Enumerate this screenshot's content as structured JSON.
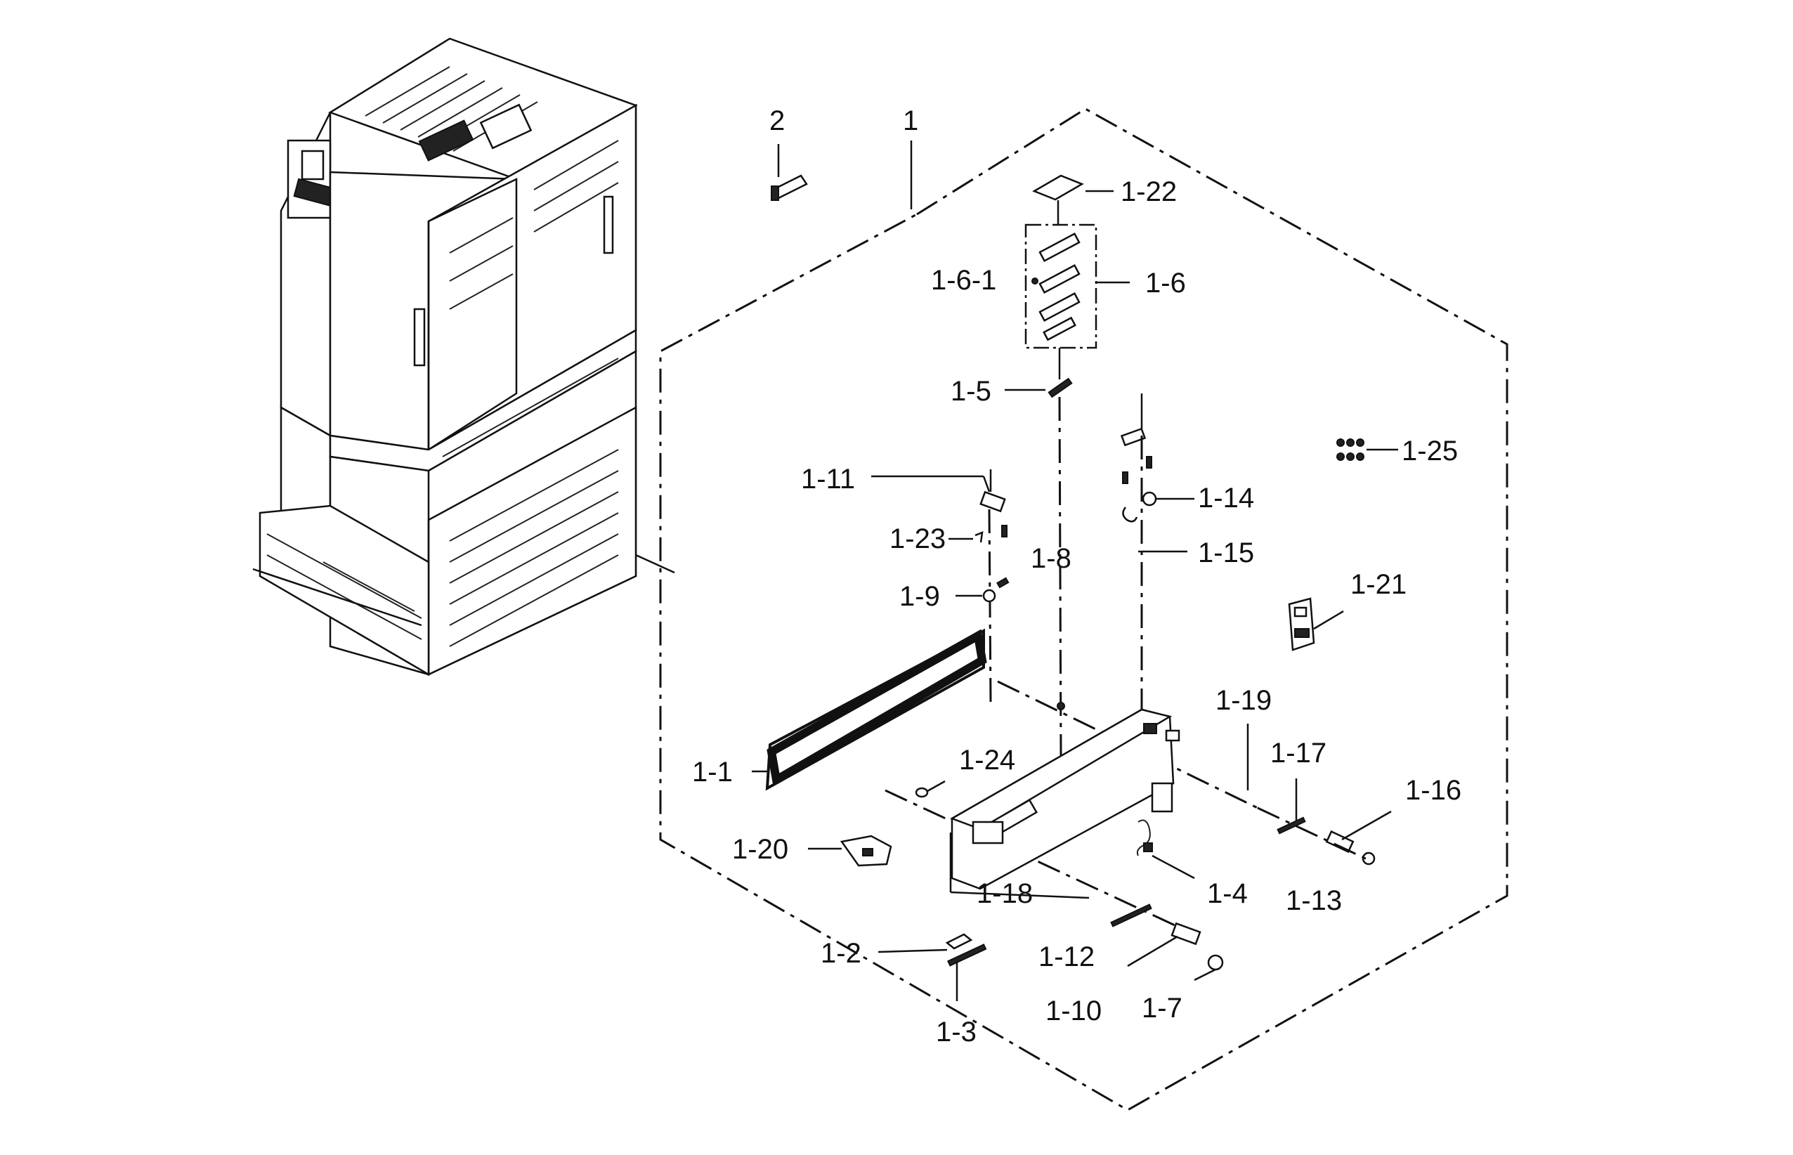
{
  "callouts": [
    {
      "id": "2",
      "text": "2"
    },
    {
      "id": "1",
      "text": "1"
    },
    {
      "id": "1-22",
      "text": "1-22"
    },
    {
      "id": "1-6-1",
      "text": "1-6-1"
    },
    {
      "id": "1-6",
      "text": "1-6"
    },
    {
      "id": "1-5",
      "text": "1-5"
    },
    {
      "id": "1-25",
      "text": "1-25"
    },
    {
      "id": "1-11",
      "text": "1-11"
    },
    {
      "id": "1-14",
      "text": "1-14"
    },
    {
      "id": "1-23",
      "text": "1-23"
    },
    {
      "id": "1-15",
      "text": "1-15"
    },
    {
      "id": "1-8",
      "text": "1-8"
    },
    {
      "id": "1-21",
      "text": "1-21"
    },
    {
      "id": "1-9",
      "text": "1-9"
    },
    {
      "id": "1-19",
      "text": "1-19"
    },
    {
      "id": "1-17",
      "text": "1-17"
    },
    {
      "id": "1-24",
      "text": "1-24"
    },
    {
      "id": "1-16",
      "text": "1-16"
    },
    {
      "id": "1-1",
      "text": "1-1"
    },
    {
      "id": "1-20",
      "text": "1-20"
    },
    {
      "id": "1-18",
      "text": "1-18"
    },
    {
      "id": "1-4",
      "text": "1-4"
    },
    {
      "id": "1-13",
      "text": "1-13"
    },
    {
      "id": "1-2",
      "text": "1-2"
    },
    {
      "id": "1-12",
      "text": "1-12"
    },
    {
      "id": "1-10",
      "text": "1-10"
    },
    {
      "id": "1-7",
      "text": "1-7"
    },
    {
      "id": "1-3",
      "text": "1-3"
    }
  ]
}
